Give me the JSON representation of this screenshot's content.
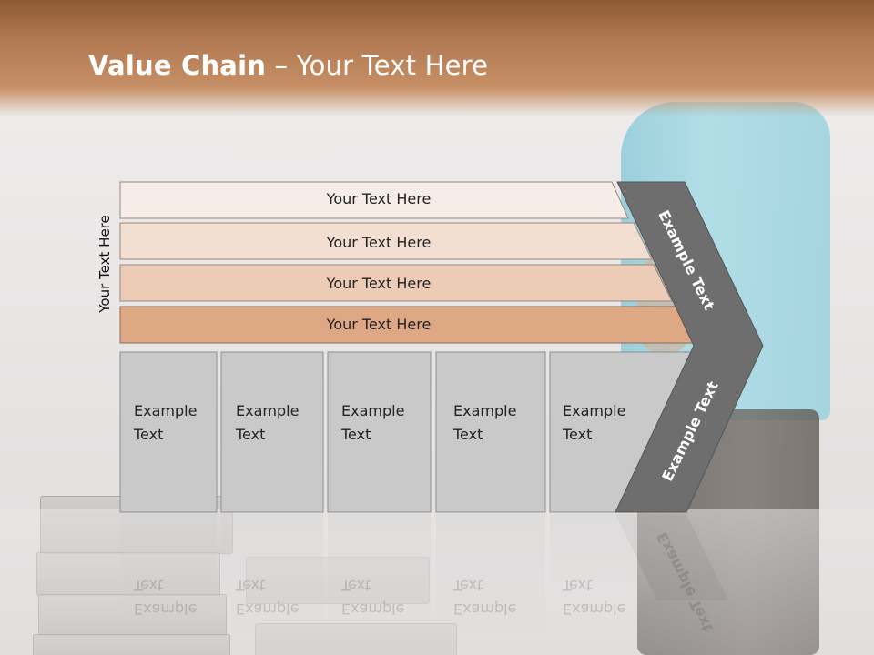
{
  "slide": {
    "title_bold": "Value Chain",
    "title_rest": " – Your Text Here",
    "side_label": "Your Text Here",
    "rows": [
      {
        "label": "Your Text Here",
        "color": "#f6ede8"
      },
      {
        "label": "Your Text Here",
        "color": "#f2dfd2"
      },
      {
        "label": "Your Text Here",
        "color": "#ecccb7"
      },
      {
        "label": "Your Text Here",
        "color": "#dfa885"
      }
    ],
    "boxes": [
      {
        "label": "Example\nText"
      },
      {
        "label": "Example\nText"
      },
      {
        "label": "Example\nText"
      },
      {
        "label": "Example\nText"
      },
      {
        "label": "Example\nText"
      }
    ],
    "chevron_top": "Example Text",
    "chevron_bottom": "Example Text",
    "colors": {
      "header": "#b27a52",
      "chevron": "#6e6e6e",
      "box_fill": "#c9c9c9",
      "box_border": "#8f8f8f"
    }
  }
}
